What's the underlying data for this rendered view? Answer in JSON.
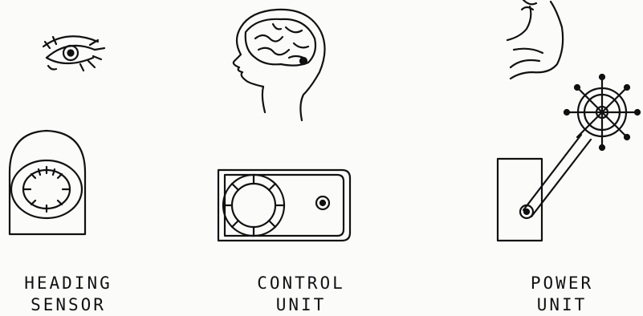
{
  "columns": [
    {
      "line1": "HEADING",
      "line2": "SENSOR",
      "top_icon": "eye-icon",
      "bottom_icon": "compass-sensor-icon"
    },
    {
      "line1": "CONTROL",
      "line2": "UNIT",
      "top_icon": "brain-head-icon",
      "bottom_icon": "control-unit-icon"
    },
    {
      "line1": "POWER",
      "line2": "UNIT",
      "top_icon": "flexed-arm-icon",
      "bottom_icon": "ship-wheel-lever-icon"
    }
  ],
  "ink_color": "#111111",
  "background_color": "#fbfbfa"
}
